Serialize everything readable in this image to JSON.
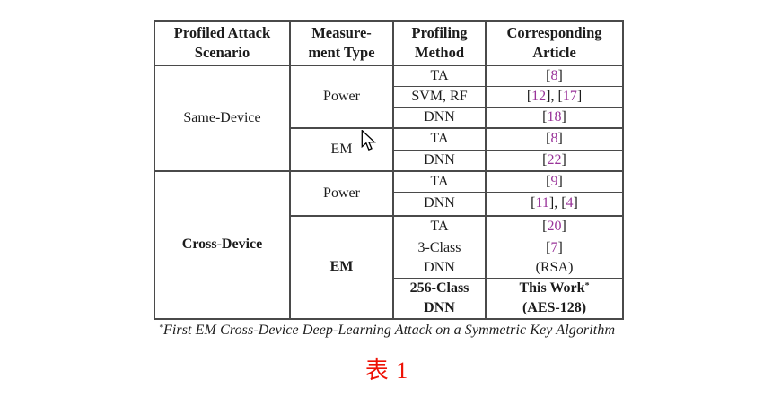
{
  "colors": {
    "text": "#1c1c1c",
    "border": "#4a4a4a",
    "citation": "#993399",
    "caption_red": "#ee1205"
  },
  "page": {
    "footnote": "*First EM Cross-Device Deep-Learning Attack on a Symmetric Key Algorithm",
    "caption": "表 1"
  },
  "table": {
    "headers": [
      "Profiled Attack\nScenario",
      "Measure-\nment Type",
      "Profiling\nMethod",
      "Corresponding\nArticle"
    ],
    "scenarios": [
      {
        "label": "Same-Device"
      },
      {
        "label": "Cross-Device"
      }
    ],
    "measurements": [
      {
        "label": "Power"
      },
      {
        "label": "EM"
      },
      {
        "label": "Power"
      },
      {
        "label": "EM"
      }
    ],
    "rows": [
      {
        "method": "TA",
        "article": "[8]"
      },
      {
        "method": "SVM, RF",
        "article": "[12], [17]"
      },
      {
        "method": "DNN",
        "article": "[18]"
      },
      {
        "method": "TA",
        "article": "[8]"
      },
      {
        "method": "DNN",
        "article": "[22]"
      },
      {
        "method": "TA",
        "article": "[9]"
      },
      {
        "method": "DNN",
        "article": "[11], [4]"
      },
      {
        "method": "TA",
        "article": "[20]"
      },
      {
        "method": "3-Class\nDNN",
        "article": "[7]\n(RSA)"
      },
      {
        "method": "256-Class\nDNN",
        "article": "This Work*\n(AES-128)"
      }
    ]
  }
}
